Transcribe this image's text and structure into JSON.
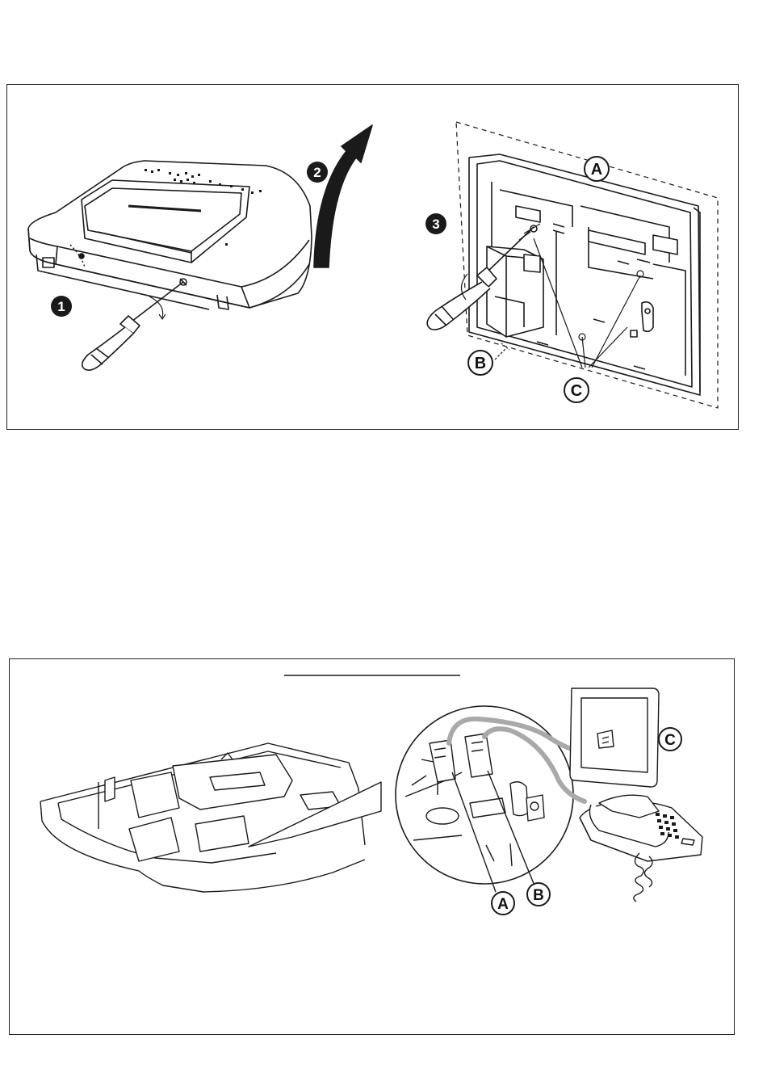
{
  "figure_top": {
    "steps": [
      "1",
      "2",
      "3"
    ],
    "labels": {
      "a": "A",
      "b": "B",
      "c": "C"
    }
  },
  "figure_bottom": {
    "labels": {
      "a": "A",
      "b": "B",
      "c": "C"
    }
  },
  "colors": {
    "line": "#1a1a1a",
    "cable": "#a9a9a9",
    "fill": "#ffffff"
  }
}
